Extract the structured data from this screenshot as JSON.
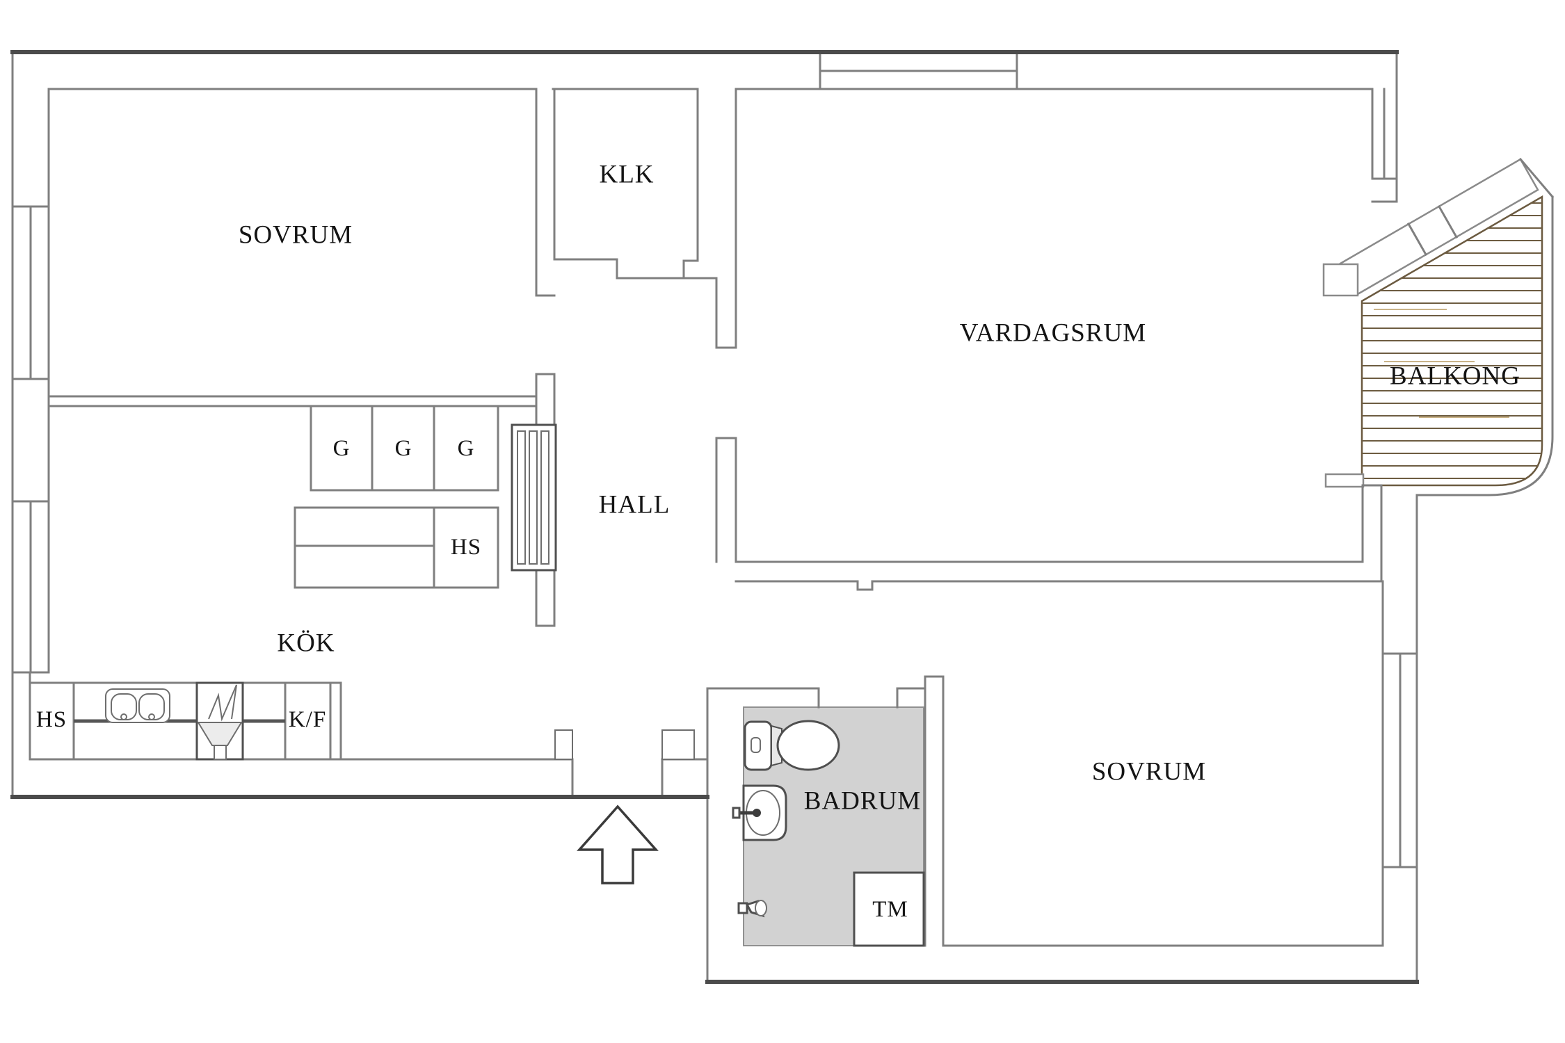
{
  "rooms": {
    "sovrum_top": {
      "label": "SOVRUM"
    },
    "klk": {
      "label": "KLK"
    },
    "vardagsrum": {
      "label": "VARDAGSRUM"
    },
    "balkong": {
      "label": "BALKONG"
    },
    "hall": {
      "label": "HALL"
    },
    "kok": {
      "label": "KÖK"
    },
    "badrum": {
      "label": "BADRUM"
    },
    "sovrum_bottom": {
      "label": "SOVRUM"
    }
  },
  "fixtures": {
    "wardrobes": [
      "G",
      "G",
      "G"
    ],
    "hall_cabinet": {
      "label": "HS"
    },
    "kitchen_cabinet": {
      "label": "HS"
    },
    "fridge_freezer": {
      "label": "K/F"
    },
    "washing_machine": {
      "label": "TM"
    }
  },
  "colors": {
    "wall_line": "#7f7f7f",
    "wall_dark": "#4b4b4b",
    "bathroom_floor": "#d2d2d2",
    "balcony_wood": "#b79b6f",
    "balcony_wood_line": "#6d5c41",
    "label_text": "#141414"
  }
}
